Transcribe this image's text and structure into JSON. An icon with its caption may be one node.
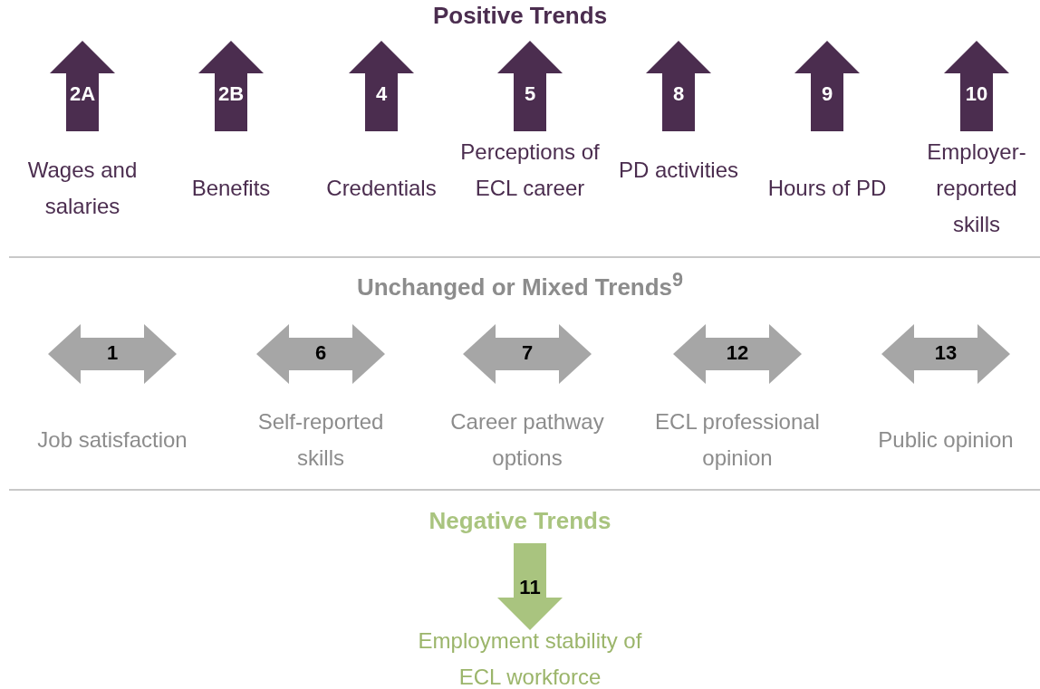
{
  "diagram": {
    "nodes": [
      {
        "text": [
          "2A"
        ],
        "beside": [
          "Wages and salaries"
        ]
      },
      {
        "text": [
          "2B"
        ],
        "beside": [
          "Benefits"
        ]
      },
      {
        "text": [
          "4"
        ],
        "beside": [
          "Credentials"
        ]
      },
      {
        "text": [
          "5"
        ],
        "beside": [
          "Perceptions of ECL career"
        ]
      },
      {
        "text": [
          "8"
        ],
        "beside": [
          "PD activities"
        ]
      },
      {
        "text": [
          "9"
        ],
        "beside": [
          "Hours of PD"
        ]
      },
      {
        "text": [
          "10"
        ],
        "beside": [
          "Employer-reported skills"
        ]
      },
      {
        "text": [
          "1"
        ],
        "beside": [
          "Job satisfaction"
        ]
      },
      {
        "text": [
          "6"
        ],
        "beside": [
          "Self-reported skills"
        ]
      },
      {
        "text": [
          "7"
        ],
        "beside": [
          "Career pathway options"
        ]
      },
      {
        "text": [
          "12"
        ],
        "beside": [
          "ECL professional opinion"
        ]
      },
      {
        "text": [
          "13"
        ],
        "beside": [
          "Public opinion"
        ]
      },
      {
        "text": [
          "11"
        ],
        "beside": [
          "Employment stability of ECL workforce"
        ]
      }
    ],
    "edges": [],
    "labels": [
      "Positive Trends",
      "Unchanged or Mixed Trends$^{9}$",
      "Negative Trends"
    ]
  }
}
